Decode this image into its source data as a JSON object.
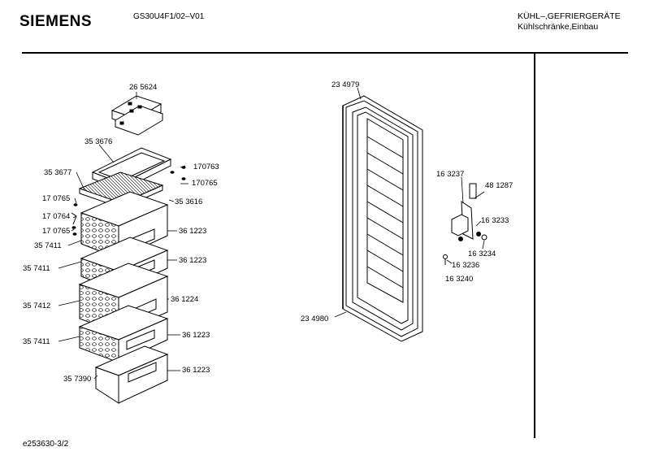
{
  "header": {
    "brand": "SIEMENS",
    "model": "GS30U4F1/02–V01",
    "category_line1": "KÜHL–,GEFRIERGERÄTE",
    "category_line2": "Kühlschränke,Einbau"
  },
  "footer": {
    "doc_id": "e253630-3/2"
  },
  "parts": [
    {
      "id": "p1",
      "label": "26 5624"
    },
    {
      "id": "p2",
      "label": "35 3676"
    },
    {
      "id": "p3",
      "label": "35 3677"
    },
    {
      "id": "p4",
      "label": "170763"
    },
    {
      "id": "p5",
      "label": "170765"
    },
    {
      "id": "p6",
      "label": "17 0765"
    },
    {
      "id": "p7",
      "label": "35 3616"
    },
    {
      "id": "p8",
      "label": "17 0764"
    },
    {
      "id": "p9",
      "label": "17 0765"
    },
    {
      "id": "p10",
      "label": "36 1223"
    },
    {
      "id": "p11",
      "label": "35 7411"
    },
    {
      "id": "p12",
      "label": "35 7411"
    },
    {
      "id": "p13",
      "label": "36 1223"
    },
    {
      "id": "p14",
      "label": "35 7412"
    },
    {
      "id": "p15",
      "label": "36 1224"
    },
    {
      "id": "p16",
      "label": "35 7411"
    },
    {
      "id": "p17",
      "label": "36 1223"
    },
    {
      "id": "p18",
      "label": "35 7390"
    },
    {
      "id": "p19",
      "label": "36 1223"
    },
    {
      "id": "p20",
      "label": "23 4979"
    },
    {
      "id": "p21",
      "label": "23  4980"
    },
    {
      "id": "p22",
      "label": "16 3237"
    },
    {
      "id": "p23",
      "label": "48 1287"
    },
    {
      "id": "p24",
      "label": "16 3233"
    },
    {
      "id": "p25",
      "label": "16 3234"
    },
    {
      "id": "p26",
      "label": "16 3236"
    },
    {
      "id": "p27",
      "label": "16 3240"
    }
  ]
}
